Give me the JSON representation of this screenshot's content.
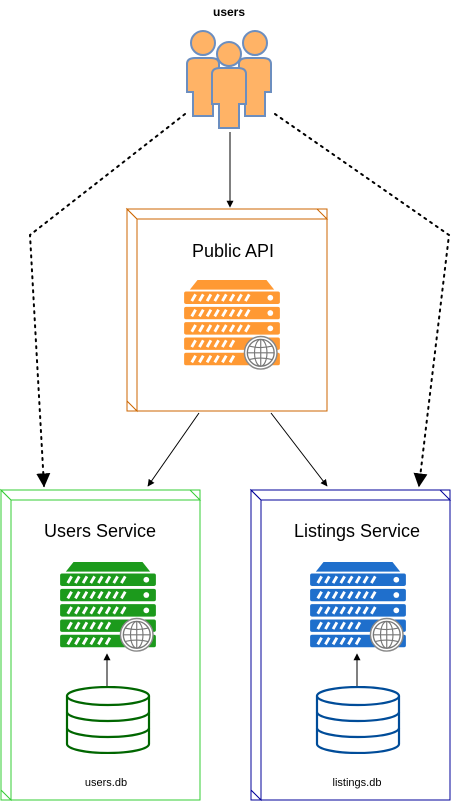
{
  "actor": {
    "label": "users",
    "icon": "users-group-icon",
    "color": "#FFB366"
  },
  "nodes": {
    "public_api": {
      "title": "Public API",
      "border": "#CC6600",
      "icon": "server-globe-icon",
      "icon_color": "#FF9933"
    },
    "users_service": {
      "title": "Users Service",
      "border": "#33CC33",
      "icon": "server-globe-icon",
      "icon_color": "#1C9A1C"
    },
    "listings_service": {
      "title": "Listings Service",
      "border": "#000099",
      "icon": "server-globe-icon",
      "icon_color": "#1F6FCC"
    }
  },
  "databases": {
    "users_db": {
      "label": "users.db",
      "icon": "database-icon",
      "color": "#006600"
    },
    "listings_db": {
      "label": "listings.db",
      "icon": "database-icon",
      "color": "#004C99"
    }
  }
}
